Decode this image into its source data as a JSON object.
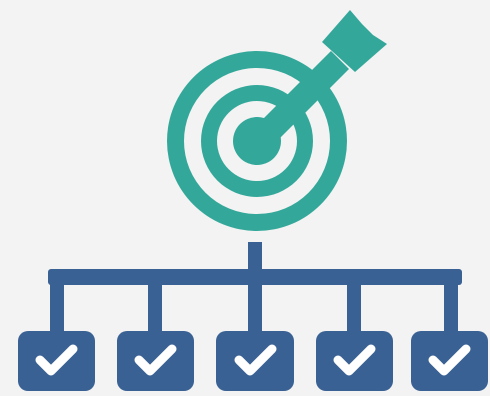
{
  "colors": {
    "background": "#f3f3f3",
    "target": "#33a89a",
    "hierarchy": "#3a6194",
    "check": "#ffffff"
  },
  "icons": {
    "target": "target-icon",
    "arrow": "arrow-icon",
    "check": "check-icon",
    "hierarchy": "org-chart-icon"
  },
  "tasks": [
    {
      "status": "complete"
    },
    {
      "status": "complete"
    },
    {
      "status": "complete"
    },
    {
      "status": "complete"
    },
    {
      "status": "complete"
    }
  ]
}
